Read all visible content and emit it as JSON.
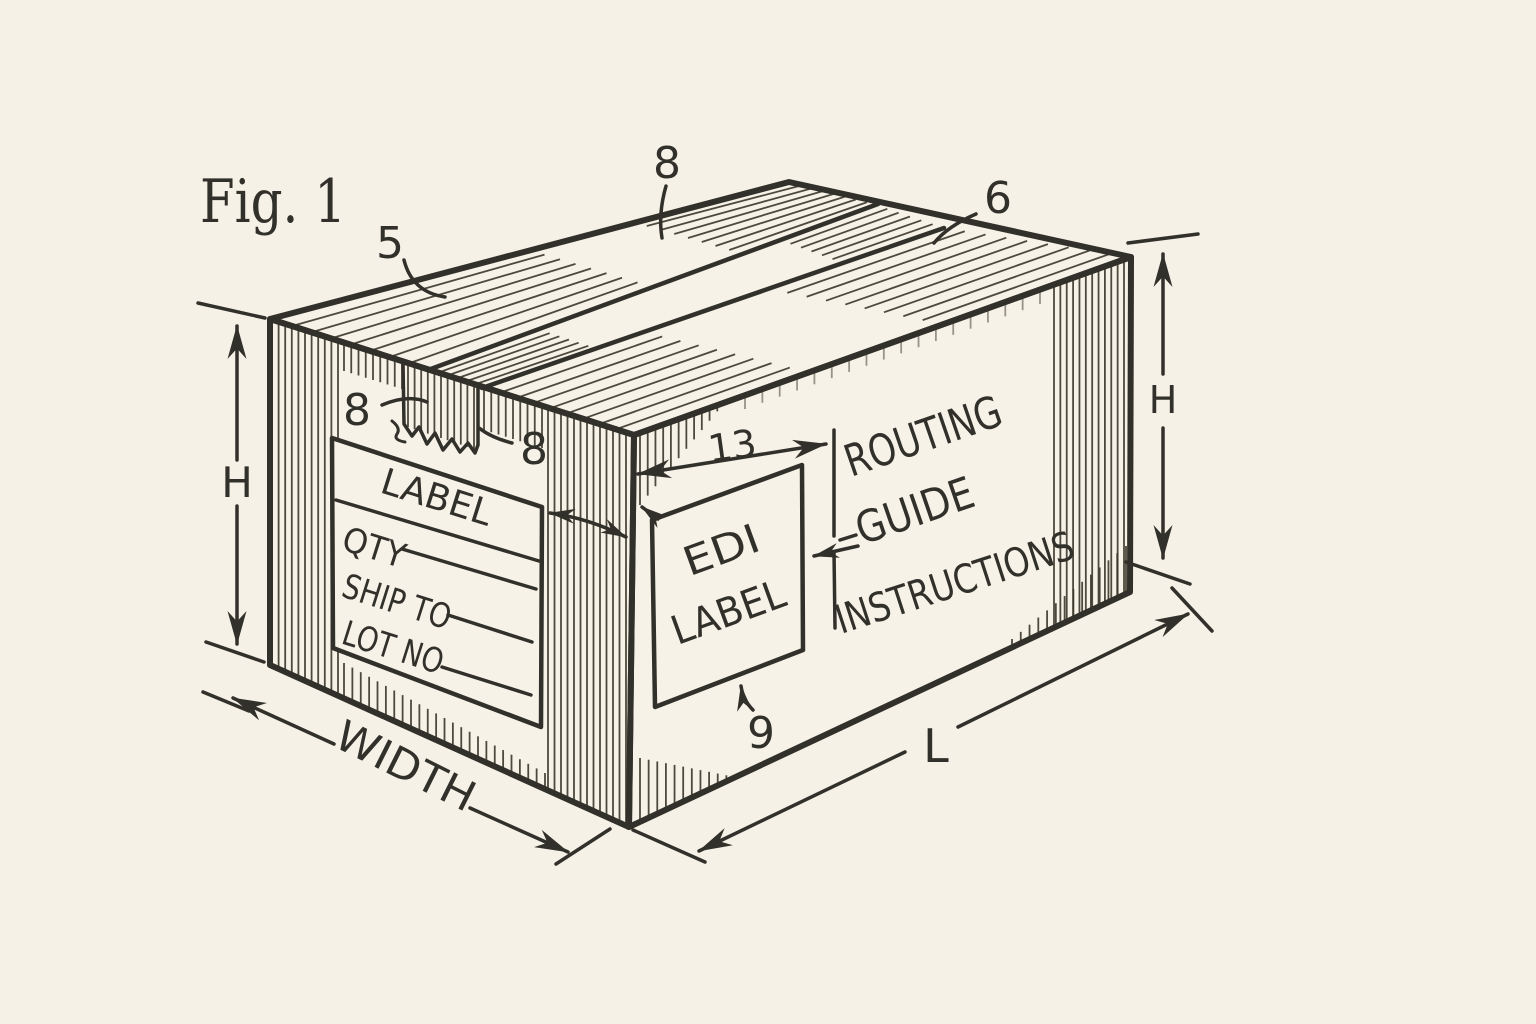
{
  "figure": {
    "caption": "Fig. 1"
  },
  "colors": {
    "paper": "#f5f1e6",
    "ink": "#32302a",
    "hatch": "#3b372b"
  },
  "dimensions": {
    "height_left": "H",
    "height_right": "H",
    "width": "WIDTH",
    "length": "L",
    "label_offset": "13"
  },
  "reference_numerals": {
    "top_flap_left": "5",
    "top_flap_right": "6",
    "tape_top": "8",
    "tape_tear_left": "8",
    "tape_tear_right": "8",
    "edi_label_pointer": "9"
  },
  "shipping_label": {
    "title": "LABEL",
    "fields": [
      "QTY",
      "SHIP TO",
      "LOT NO"
    ]
  },
  "edi_label": {
    "line1": "EDI",
    "line2": "LABEL"
  },
  "routing_note": {
    "line1": "ROUTING",
    "line2": "GUIDE",
    "line3": "INSTRUCTIONS"
  }
}
